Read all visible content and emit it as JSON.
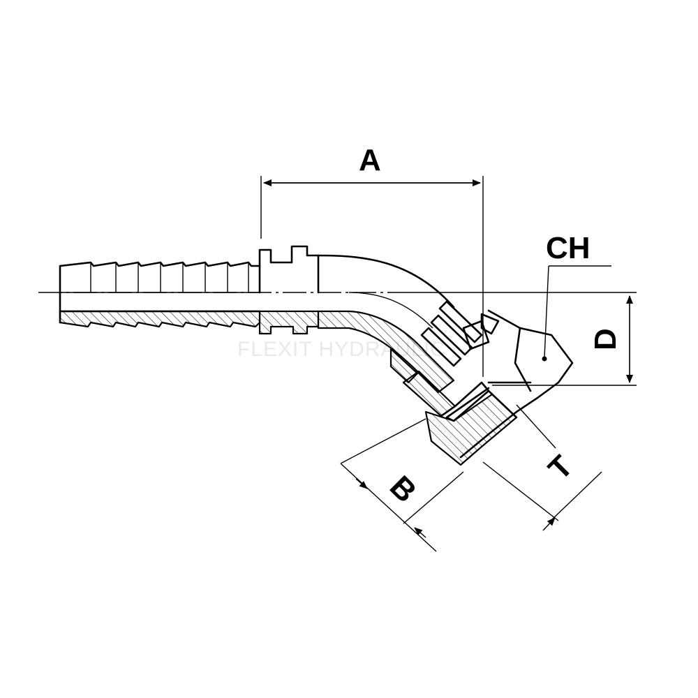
{
  "dimension_labels": {
    "A": "A",
    "CH": "CH",
    "D": "D",
    "B": "B",
    "T": "T"
  },
  "watermark": "FLEXIT HYDRAULIC",
  "colors": {
    "line": "#000000",
    "background": "#ffffff",
    "watermark": "#e9e9e9"
  }
}
